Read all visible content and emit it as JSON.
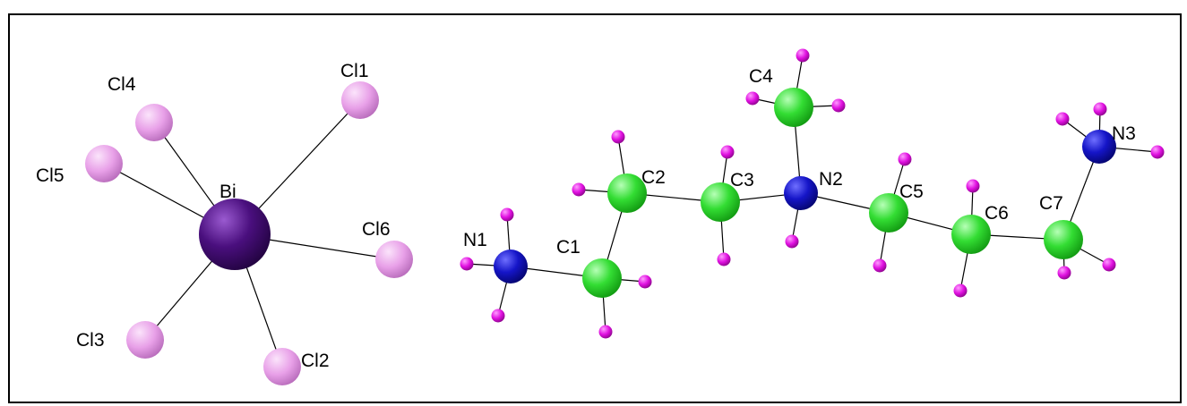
{
  "diagram": {
    "colors": {
      "bismuth": "#4a0f7e",
      "chlorine": "#e8a0e8",
      "carbon": "#33dd33",
      "nitrogen": "#1515c8",
      "hydrogen": "#e010e0",
      "bond": "#000000",
      "frame": "#000000",
      "background": "#ffffff"
    },
    "atoms": [
      {
        "id": "Bi",
        "element": "Bi",
        "label": "Bi"
      },
      {
        "id": "Cl1",
        "element": "Cl",
        "label": "Cl1"
      },
      {
        "id": "Cl2",
        "element": "Cl",
        "label": "Cl2"
      },
      {
        "id": "Cl3",
        "element": "Cl",
        "label": "Cl3"
      },
      {
        "id": "Cl4",
        "element": "Cl",
        "label": "Cl4"
      },
      {
        "id": "Cl5",
        "element": "Cl",
        "label": "Cl5"
      },
      {
        "id": "Cl6",
        "element": "Cl",
        "label": "Cl6"
      },
      {
        "id": "N1",
        "element": "N",
        "label": "N1"
      },
      {
        "id": "N2",
        "element": "N",
        "label": "N2"
      },
      {
        "id": "N3",
        "element": "N",
        "label": "N3"
      },
      {
        "id": "C1",
        "element": "C",
        "label": "C1"
      },
      {
        "id": "C2",
        "element": "C",
        "label": "C2"
      },
      {
        "id": "C3",
        "element": "C",
        "label": "C3"
      },
      {
        "id": "C4",
        "element": "C",
        "label": "C4"
      },
      {
        "id": "C5",
        "element": "C",
        "label": "C5"
      },
      {
        "id": "C6",
        "element": "C",
        "label": "C6"
      },
      {
        "id": "C7",
        "element": "C",
        "label": "C7"
      }
    ],
    "bonds": [
      [
        "Bi",
        "Cl1"
      ],
      [
        "Bi",
        "Cl2"
      ],
      [
        "Bi",
        "Cl3"
      ],
      [
        "Bi",
        "Cl4"
      ],
      [
        "Bi",
        "Cl5"
      ],
      [
        "Bi",
        "Cl6"
      ],
      [
        "N1",
        "C1"
      ],
      [
        "C1",
        "C2"
      ],
      [
        "C2",
        "C3"
      ],
      [
        "C3",
        "N2"
      ],
      [
        "N2",
        "C4"
      ],
      [
        "N2",
        "C5"
      ],
      [
        "C5",
        "C6"
      ],
      [
        "C6",
        "C7"
      ],
      [
        "C7",
        "N3"
      ]
    ]
  }
}
